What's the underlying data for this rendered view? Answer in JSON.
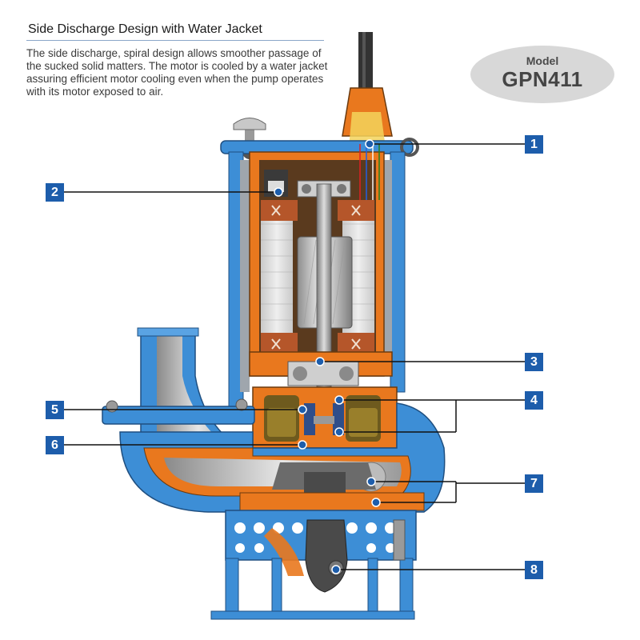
{
  "header": {
    "title": "Side Discharge Design with Water Jacket",
    "description": "The side discharge, spiral design allows smoother passage of the sucked solid matters. The motor is cooled by a water jacket assuring efficient motor cooling even when the pump operates with its motor exposed to air."
  },
  "badge": {
    "label": "Model",
    "model": "GPN411"
  },
  "callouts": [
    "1",
    "2",
    "3",
    "4",
    "5",
    "6",
    "7",
    "8"
  ],
  "colors": {
    "casing_blue": "#3d8ed6",
    "jacket_orange": "#e9781e",
    "callout_blue": "#1d5dab",
    "copper": "#b5562a",
    "steel": "#b9b9b9",
    "badge_gray": "#d8d8d8"
  }
}
